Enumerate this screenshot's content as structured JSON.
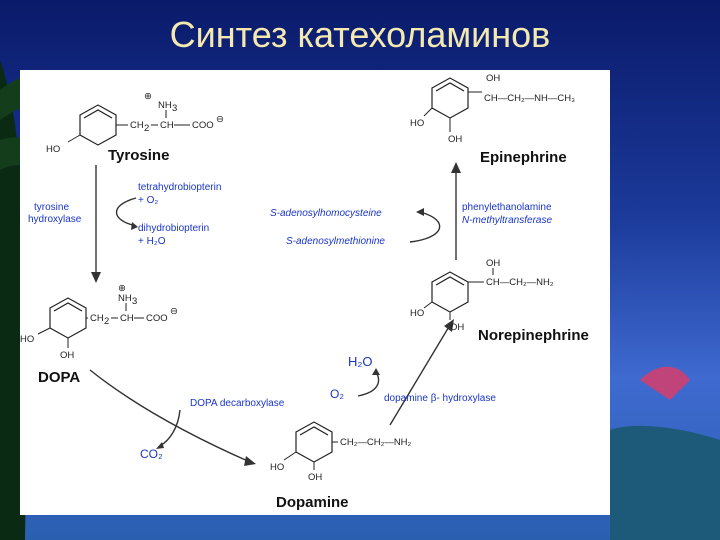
{
  "slide": {
    "title": "Синтез катехоламинов"
  },
  "compounds": {
    "tyrosine": {
      "name": "Tyrosine",
      "nh3": "NH",
      "nh3_sub": "3",
      "plus": "⊕",
      "ch2": "CH",
      "ch2_sub": "2",
      "ch": "CH",
      "coo": "COO",
      "minus": "⊖",
      "ho": "HO"
    },
    "dopa": {
      "name": "DOPA",
      "nh3": "NH",
      "nh3_sub": "3",
      "plus": "⊕",
      "ch2": "CH",
      "ch2_sub": "2",
      "ch": "CH",
      "coo": "COO",
      "minus": "⊖",
      "ho": "HO",
      "oh": "OH"
    },
    "dopamine": {
      "name": "Dopamine",
      "chain": "CH₂—CH₂—NH₂",
      "ho": "HO",
      "oh": "OH"
    },
    "norepinephrine": {
      "name": "Norepinephrine",
      "oh_top": "OH",
      "chain": "CH—CH₂—NH₂",
      "ho": "HO",
      "oh": "OH"
    },
    "epinephrine": {
      "name": "Epinephrine",
      "oh_top": "OH",
      "chain": "CH—CH₂—NH—CH₃",
      "ho": "HO",
      "oh": "OH"
    }
  },
  "labels": {
    "tyrosine_hydroxylase_line1": "tyrosine",
    "tyrosine_hydroxylase_line2": "hydroxylase",
    "bh4_line1": "tetrahydrobiopterin",
    "bh4_line2": "+ O₂",
    "bh2_line1": "dihydrobiopterin",
    "bh2_line2": "+ H₂O",
    "sah": "S-adenosylhomocysteine",
    "sam": "S-adenosylmethionine",
    "pnmt_line1": "phenylethanolamine",
    "pnmt_line2": "N-methyltransferase",
    "dopa_decarboxylase": "DOPA decarboxylase",
    "co2": "CO₂",
    "h2o": "H₂O",
    "o2": "O₂",
    "dbh": "dopamine β- hydroxylase"
  }
}
